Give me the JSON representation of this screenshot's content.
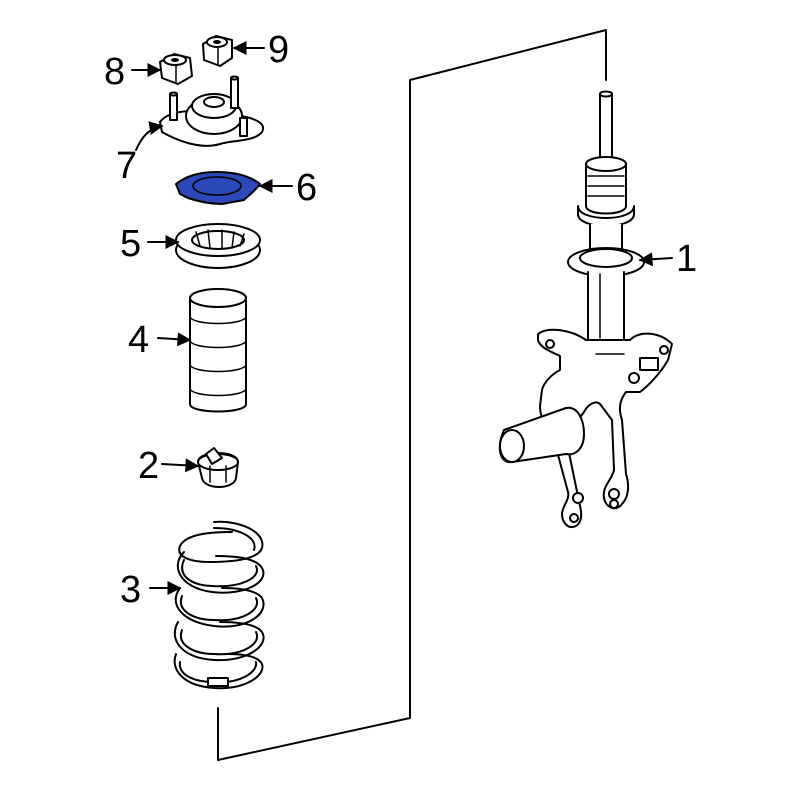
{
  "callouts": [
    {
      "id": "1",
      "label": "1"
    },
    {
      "id": "2",
      "label": "2"
    },
    {
      "id": "3",
      "label": "3"
    },
    {
      "id": "4",
      "label": "4"
    },
    {
      "id": "5",
      "label": "5"
    },
    {
      "id": "6",
      "label": "6"
    },
    {
      "id": "7",
      "label": "7"
    },
    {
      "id": "8",
      "label": "8"
    },
    {
      "id": "9",
      "label": "9"
    }
  ],
  "highlight_color": "#2b49b8",
  "line_color": "#000000"
}
